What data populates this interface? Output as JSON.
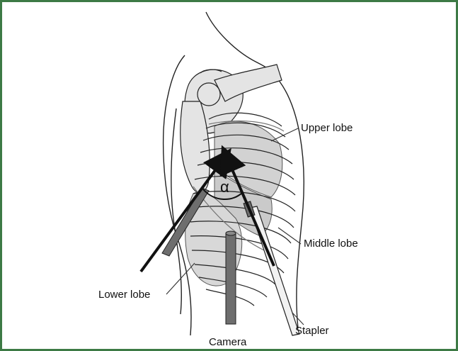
{
  "labels": {
    "upper_lobe": "Upper lobe",
    "middle_lobe": "Middle lobe",
    "lower_lobe": "Lower lobe",
    "stapler": "Stapler",
    "camera": "Camera",
    "alpha": "α"
  },
  "colors": {
    "frame_border": "#3d7a45",
    "bone_fill": "#e4e4e4",
    "lung_fill": "#d2d2d2",
    "instrument_fill": "#6e6e6e",
    "line": "#222222"
  }
}
